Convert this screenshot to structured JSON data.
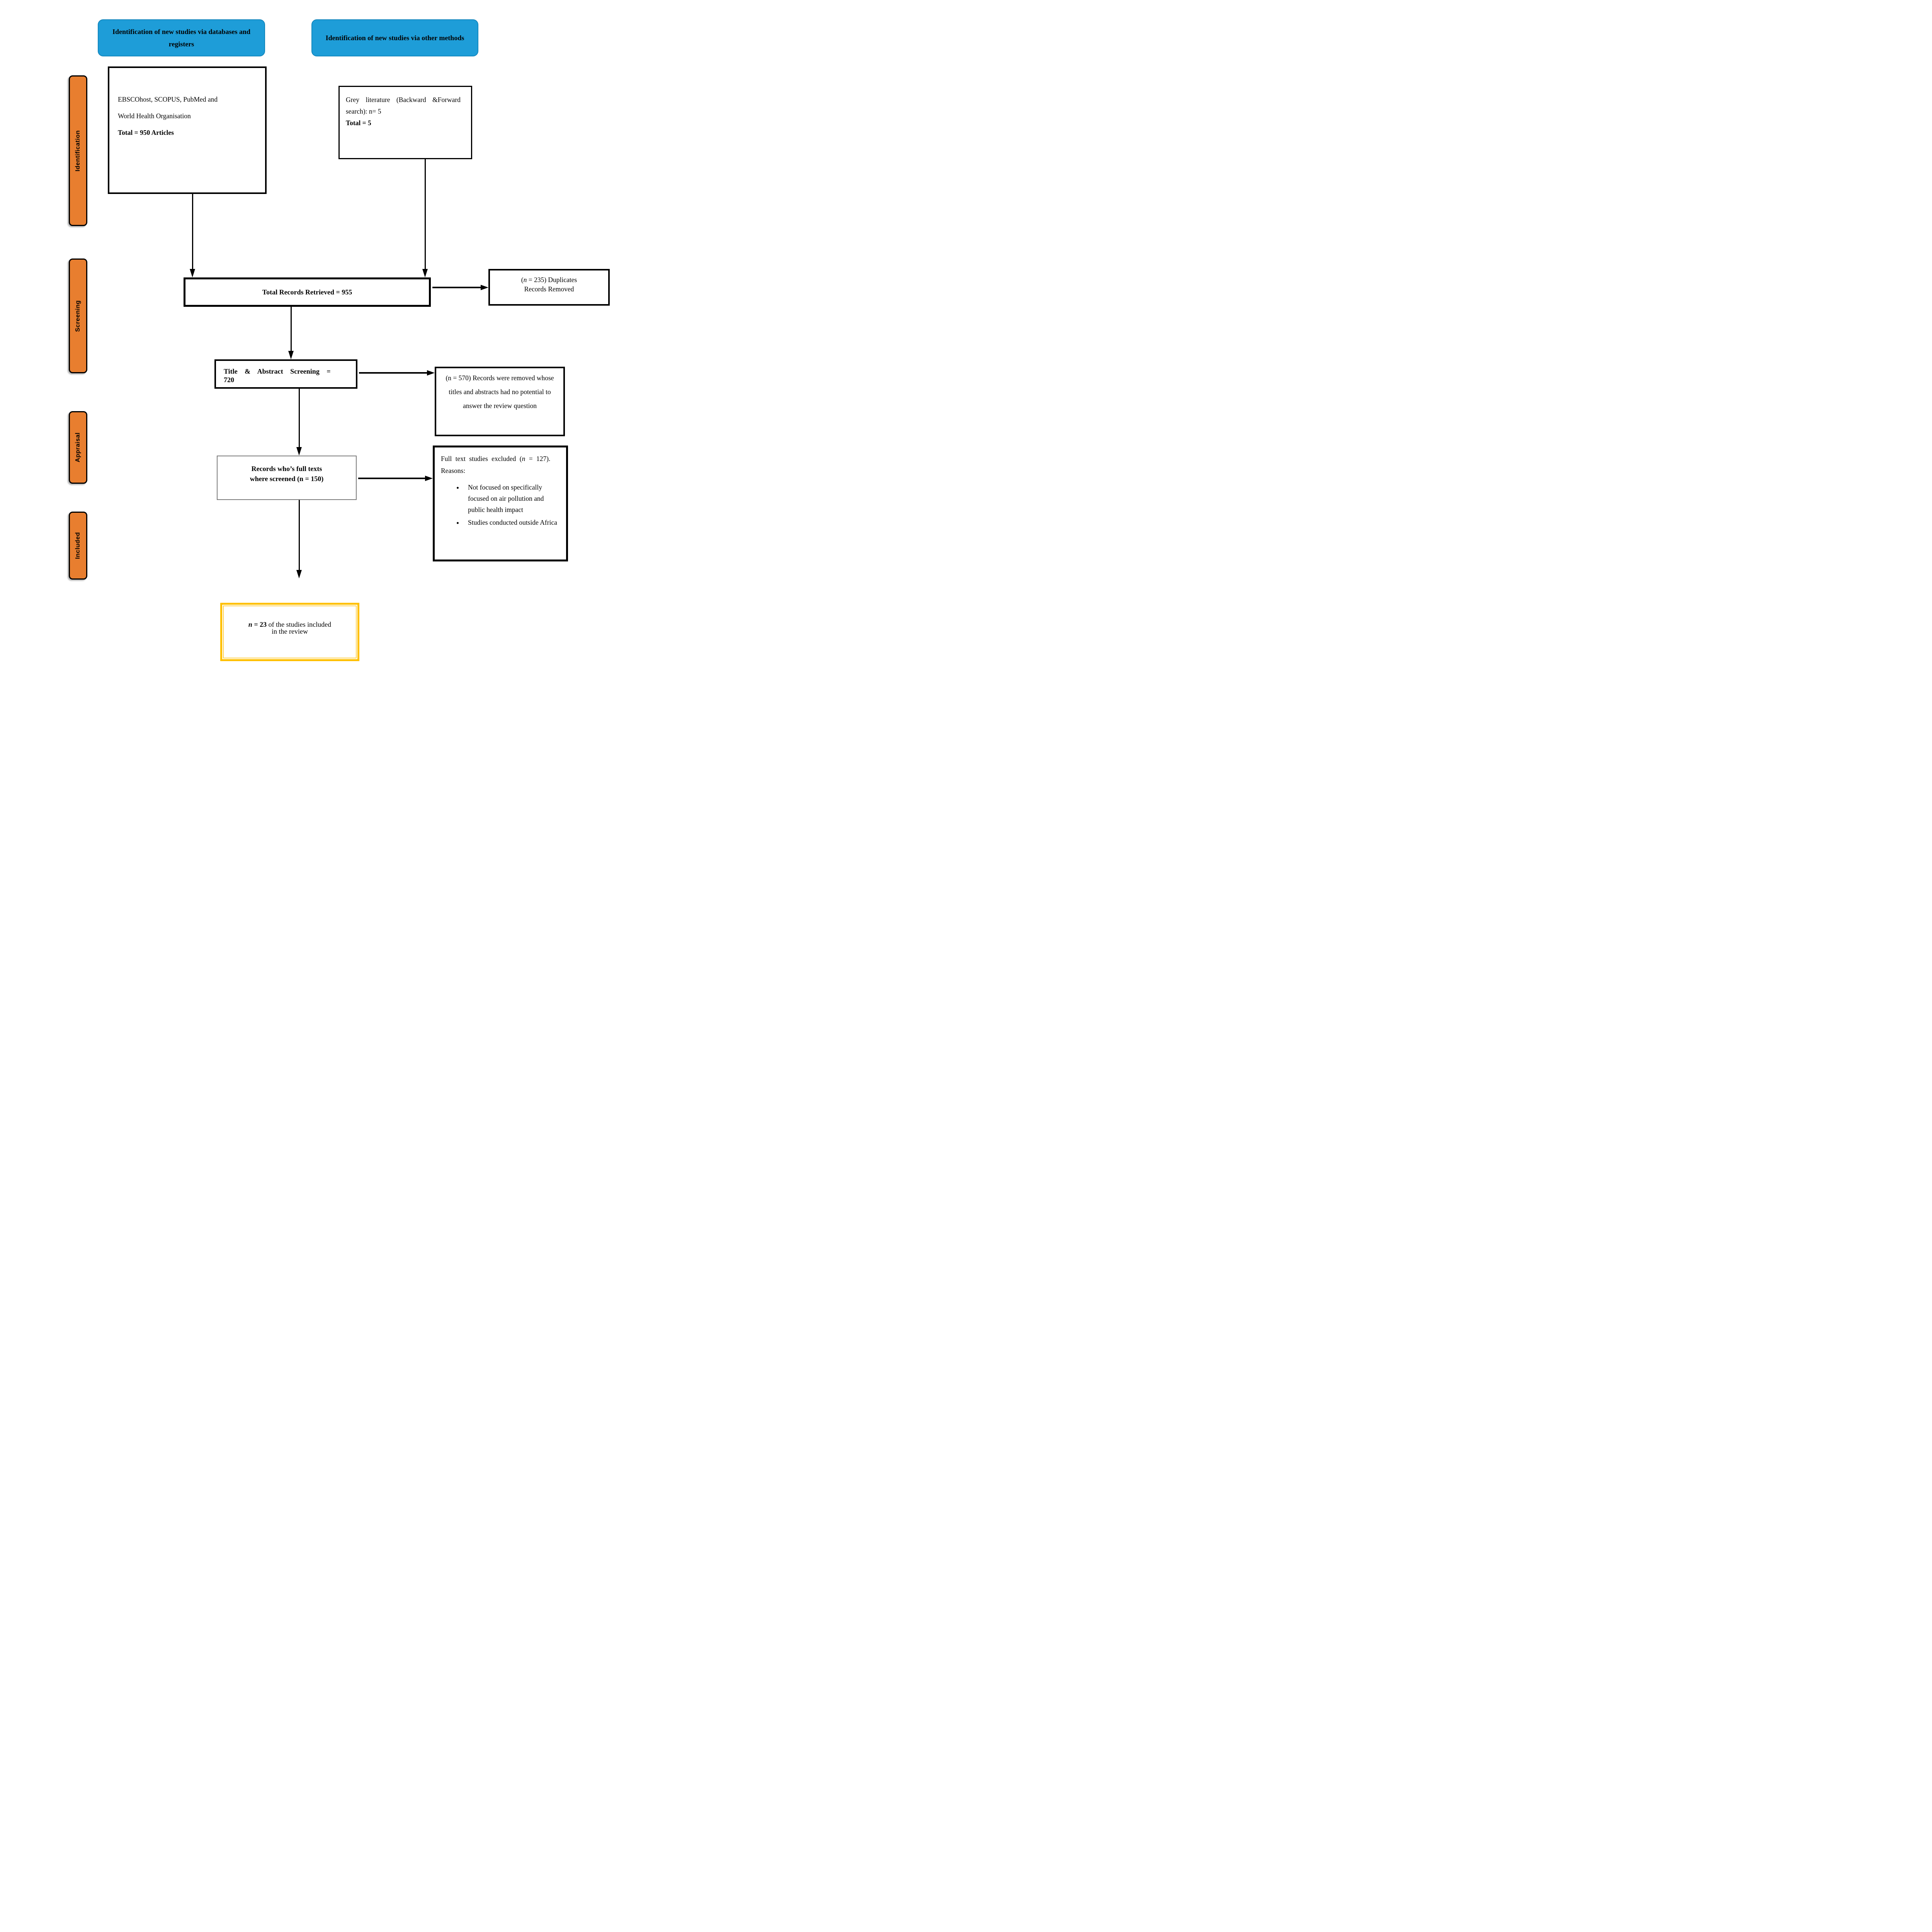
{
  "figure": {
    "type": "prisma-flow-diagram",
    "background": "#ffffff"
  },
  "colors": {
    "header_blue": "#1E9DD8",
    "stage_orange": "#E87E2F",
    "included_border_yellow": "#FFC000",
    "box_border": "#000000",
    "fulltext_box_border": "#7A7A7A"
  },
  "headers": {
    "left": "Identification of new studies via databases and registers",
    "right": "Identification of new studies via other methods"
  },
  "stages": [
    {
      "label": "Identification"
    },
    {
      "label": "Screening"
    },
    {
      "label": "Appraisal"
    },
    {
      "label": "Included"
    }
  ],
  "boxes": {
    "databases": {
      "line1": "EBSCOhost, SCOPUS, PubMed and",
      "line2": "World Health Organisation",
      "total": "Total = 950 Articles"
    },
    "grey_literature": {
      "line1": "Grey literature (Backward &Forward",
      "line2": "search): n= 5",
      "total": "Total = 5"
    },
    "total_records": {
      "text": "Total Records Retrieved = 955"
    },
    "duplicates": {
      "open": "(",
      "n": "n",
      "rest": " = 235) Duplicates",
      "line2": "Records Removed"
    },
    "title_abstract": {
      "line1": "Title & Abstract Screening =",
      "line2": "720"
    },
    "removed_570": {
      "text": "(n = 570) Records were removed whose titles and abstracts had no potential to answer the review question"
    },
    "full_text": {
      "line1": "Records who’s full texts",
      "line2": "where screened (n = 150)"
    },
    "excluded": {
      "pre": "Full text studies excluded (",
      "n": "n",
      "post": " = 127).",
      "reasons_label": "Reasons:",
      "bullets": [
        "Not focused on specifically focused on air pollution and public health impact",
        "Studies conducted outside Africa"
      ]
    },
    "included": {
      "n": "n",
      "eq": " = 23",
      "rest": " of the studies included",
      "line2": "in the review"
    }
  }
}
